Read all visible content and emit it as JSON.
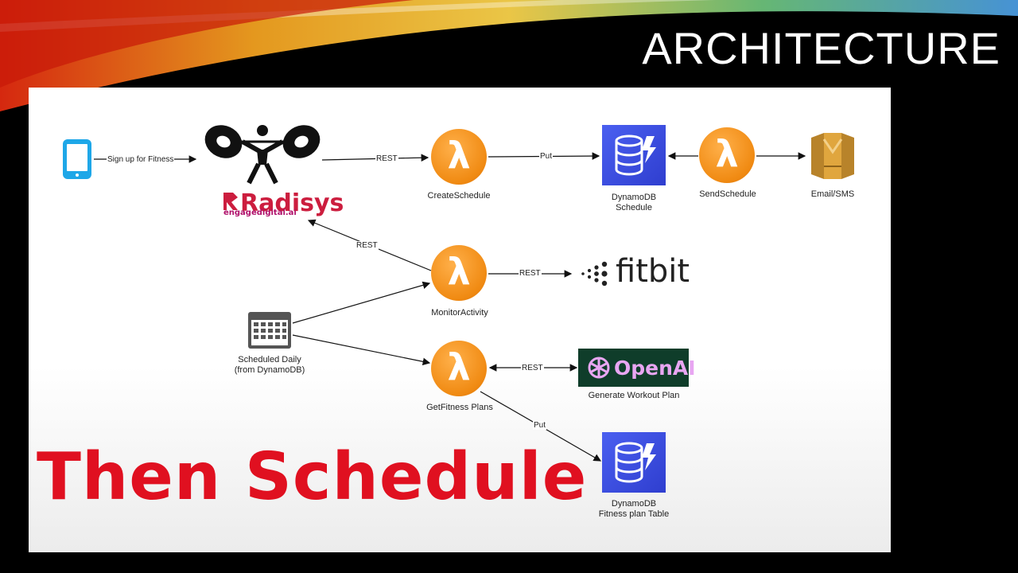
{
  "slide": {
    "title": "ARCHITECTURE",
    "overlay_text": "Then Schedule",
    "overlay_color": "#e01020"
  },
  "nodes": {
    "mobile": {
      "icon": "smartphone-icon"
    },
    "radisys": {
      "brand": "Radisys",
      "subbrand": "engagedigital.ai",
      "icon": "weightlifter-icon"
    },
    "create_schedule": {
      "label": "CreateSchedule",
      "icon": "aws-lambda-icon"
    },
    "dynamo_schedule": {
      "label_line1": "DynamoDB",
      "label_line2": "Schedule",
      "icon": "dynamodb-icon"
    },
    "send_schedule": {
      "label": "SendSchedule",
      "icon": "aws-lambda-icon"
    },
    "email_sms": {
      "label": "Email/SMS",
      "icon": "amazon-ses-icon"
    },
    "monitor_activity": {
      "label": "MonitorActivity",
      "icon": "aws-lambda-icon"
    },
    "fitbit": {
      "brand": "fitbit",
      "icon": "fitbit-dots-icon"
    },
    "scheduler": {
      "label_line1": "Scheduled Daily",
      "label_line2": "(from DynamoDB)",
      "icon": "calendar-icon"
    },
    "get_fitness_plans": {
      "label": "GetFitness Plans",
      "icon": "aws-lambda-icon"
    },
    "openai": {
      "brand": "OpenAI",
      "label": "Generate Workout Plan",
      "icon": "openai-logo-icon"
    },
    "dynamo_fitness": {
      "label_line1": "DynamoDB",
      "label_line2": "Fitness plan Table",
      "icon": "dynamodb-icon"
    }
  },
  "edges": {
    "signup": "Sign up for Fitness",
    "rest_create": "REST",
    "put_schedule": "Put",
    "rest_monitor_radisys": "REST",
    "rest_fitbit": "REST",
    "rest_openai": "REST",
    "put_fitness": "Put"
  },
  "colors": {
    "lambda": "#f08a12",
    "dynamodb": "#3b4fe0",
    "ses": "#d9a23a",
    "radisys": "#cc1d3e",
    "openai_bg": "#0f3d2a"
  }
}
